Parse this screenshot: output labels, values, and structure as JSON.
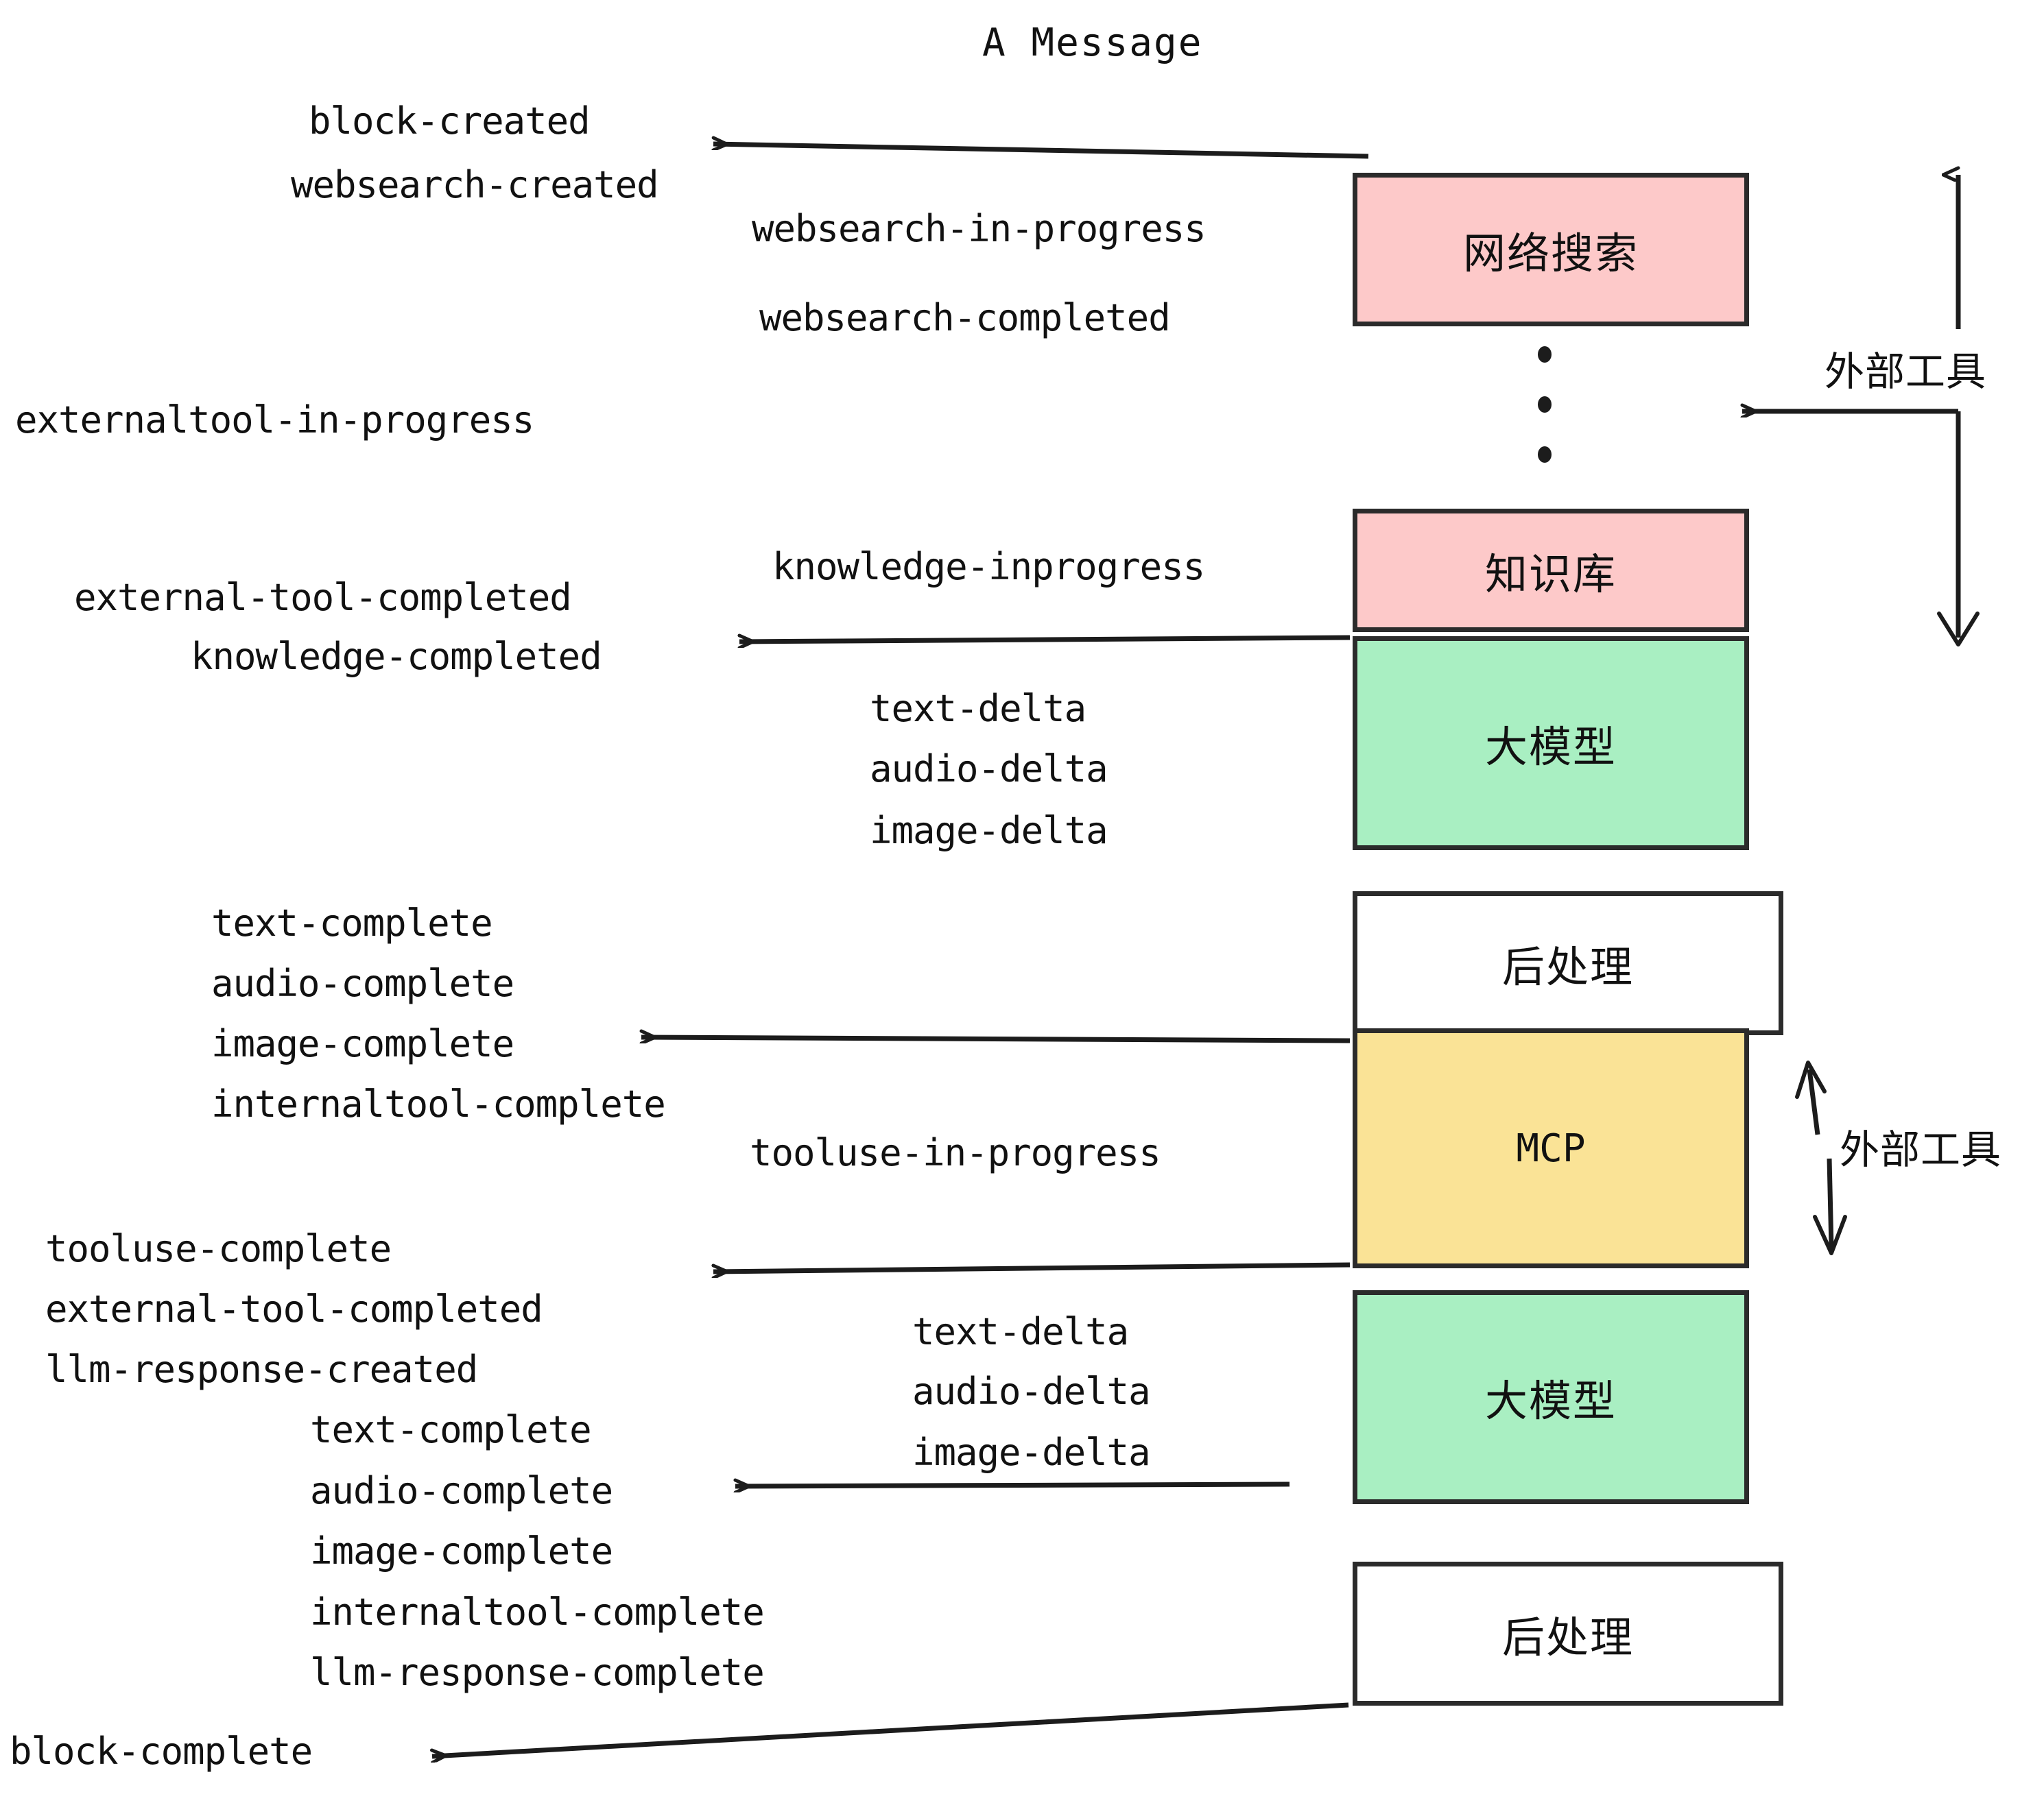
{
  "title": "A Message",
  "colors": {
    "stroke": "#2b2b2b",
    "pink": "#fdc9c9",
    "green": "#a9efc2",
    "yellow": "#fae396",
    "white": "#ffffff",
    "text": "#111111"
  },
  "boxes": {
    "websearch": "网络搜索",
    "knowledge": "知识库",
    "llm_upper": "大模型",
    "post_upper": "后处理",
    "mcp": "MCP",
    "llm_lower": "大模型",
    "post_lower": "后处理"
  },
  "side_labels": {
    "external_tool_top": "外部工具",
    "external_tool_bottom": "外部工具"
  },
  "events": {
    "block_created": "block-created",
    "websearch_created": "websearch-created",
    "websearch_in_progress": "websearch-in-progress",
    "websearch_completed": "websearch-completed",
    "externaltool_in_progress": "externaltool-in-progress",
    "knowledge_inprogress": "knowledge-inprogress",
    "external_tool_completed_1": "external-tool-completed",
    "knowledge_completed": "knowledge-completed",
    "text_delta_1": "text-delta",
    "audio_delta_1": "audio-delta",
    "image_delta_1": "image-delta",
    "text_complete_1": "text-complete",
    "audio_complete_1": "audio-complete",
    "image_complete_1": "image-complete",
    "internaltool_complete_1": "internaltool-complete",
    "tooluse_in_progress": "tooluse-in-progress",
    "tooluse_complete": "tooluse-complete",
    "external_tool_completed_2": "external-tool-completed",
    "llm_response_created": "llm-response-created",
    "text_delta_2": "text-delta",
    "audio_delta_2": "audio-delta",
    "image_delta_2": "image-delta",
    "text_complete_2": "text-complete",
    "audio_complete_2": "audio-complete",
    "image_complete_2": "image-complete",
    "internaltool_complete_2": "internaltool-complete",
    "llm_response_complete": "llm-response-complete",
    "block_complete": "block-complete"
  }
}
